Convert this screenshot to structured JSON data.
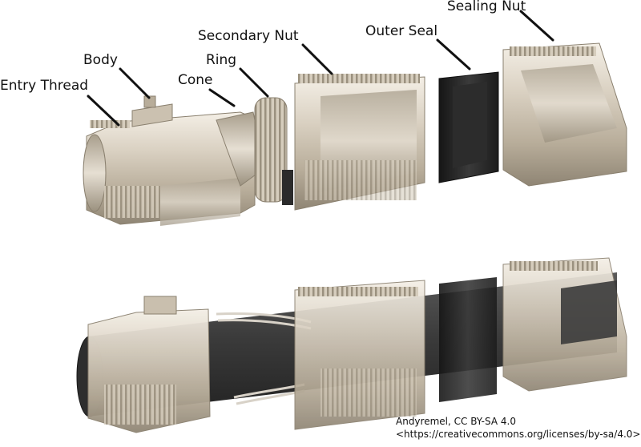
{
  "labels": {
    "entry_thread": "Entry Thread",
    "body": "Body",
    "cone": "Cone",
    "ring": "Ring",
    "secondary_nut": "Secondary Nut",
    "outer_seal": "Outer Seal",
    "sealing_nut": "Sealing Nut"
  },
  "credit": {
    "line1": "Andyremel, CC BY-SA 4.0",
    "line2": "<https://creativecommons.org/licenses/by-sa/4.0>"
  },
  "colors": {
    "metal_light": "#ede7dc",
    "metal_mid": "#c9bfae",
    "metal_dark": "#8f8574",
    "seal": "#262626",
    "cable": "#3a3a3a",
    "leader": "#111111"
  }
}
